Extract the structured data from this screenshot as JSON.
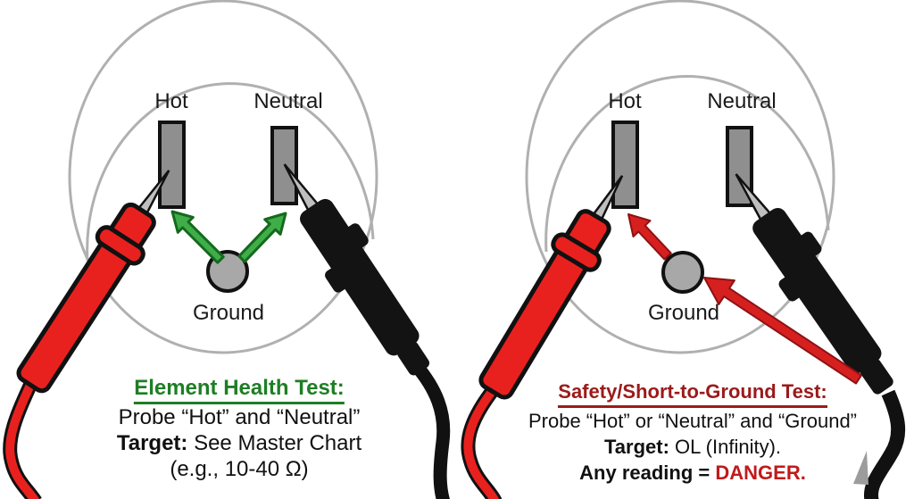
{
  "left": {
    "hot": "Hot",
    "neutral": "Neutral",
    "ground": "Ground",
    "title": "Element Health Test:",
    "line1": "Probe “Hot” and “Neutral”",
    "target_label": "Target:",
    "target_rest": " See Master Chart",
    "line3": "(e.g., 10-40 Ω)"
  },
  "right": {
    "hot": "Hot",
    "neutral": "Neutral",
    "ground": "Ground",
    "title": "Safety/Short-to-Ground Test:",
    "line1": "Probe “Hot” or “Neutral” and “Ground”",
    "target_label": "Target:",
    "target_rest": " OL (Infinity).",
    "warn_label": "Any reading = ",
    "warn_danger": "DANGER."
  },
  "colors": {
    "probe_red": "#e8211f",
    "probe_black": "#131313",
    "arrow_green": "#3fae49",
    "arrow_red": "#d6201f",
    "title_green": "#1e7e24",
    "title_dark_red": "#9c1a1a",
    "danger_red": "#c01a1a",
    "slot_gray": "#8f8f8f",
    "metal_gray": "#bfbfbf",
    "outline_gray": "#b0b0b0"
  }
}
